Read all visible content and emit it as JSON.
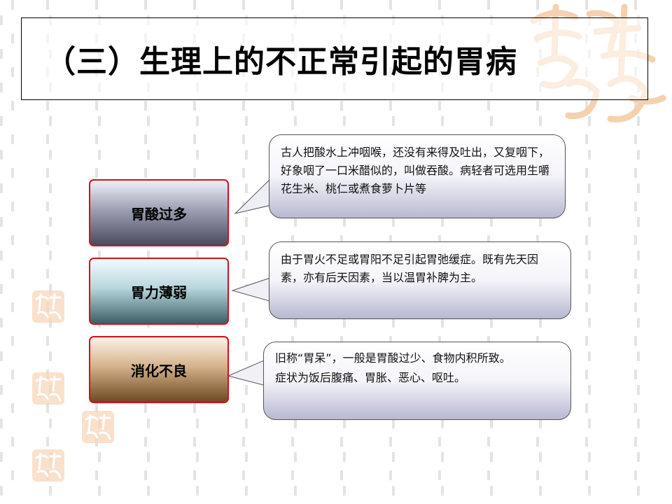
{
  "title": "（三）生理上的不正常引起的胃病",
  "items": [
    {
      "label": "胃酸过多",
      "description": "古人把酸水上冲咽喉，还没有来得及吐出，又复咽下，好象咽了一口米醋似的，叫做吞酸。病轻者可选用生嚼花生米、桃仁或煮食萝卜片等"
    },
    {
      "label": "胃力薄弱",
      "description": "由于胃火不足或胃阳不足引起胃弛缓症。既有先天因素，亦有后天因素，当以温胃补脾为主。"
    },
    {
      "label": "消化不良",
      "description": "旧称“胃呆”，一般是胃酸过少、食物内积所致。",
      "description_2": "症状为饭后腹痛、胃胀、恶心、呕吐。"
    }
  ],
  "colors": {
    "label_border": "#d0121b",
    "seal": "#f4c9a2"
  },
  "icons": [
    "seal-watermark-icon"
  ]
}
